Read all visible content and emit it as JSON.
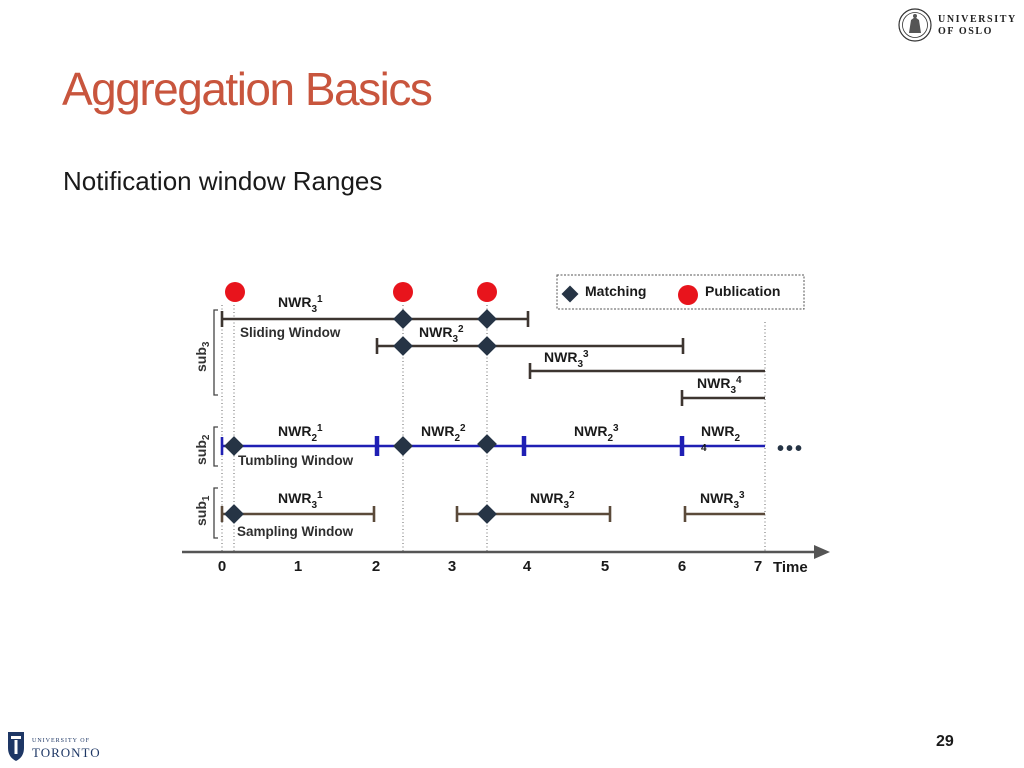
{
  "slide": {
    "title": "Aggregation Basics",
    "subtitle": "Notification window Ranges",
    "page_number": "29"
  },
  "logos": {
    "uio_line1": "UNIVERSITY",
    "uio_line2": "OF OSLO",
    "uot_line1": "UNIVERSITY OF",
    "uot_line2": "TORONTO"
  },
  "diagram": {
    "legend": {
      "matching": "Matching",
      "publication": "Publication"
    },
    "rows": {
      "sub3": {
        "label_main": "sub",
        "label_index": "3",
        "window_label": "Sliding Window",
        "ranges": [
          {
            "base": "NWR",
            "sub": "3",
            "sup": "1"
          },
          {
            "base": "NWR",
            "sub": "3",
            "sup": "2"
          },
          {
            "base": "NWR",
            "sub": "3",
            "sup": "3"
          },
          {
            "base": "NWR",
            "sub": "3",
            "sup": "4"
          }
        ]
      },
      "sub2": {
        "label_main": "sub",
        "label_index": "2",
        "window_label": "Tumbling Window",
        "ranges": [
          {
            "base": "NWR",
            "sub": "2",
            "sup": "1"
          },
          {
            "base": "NWR",
            "sub": "2",
            "sup": "2"
          },
          {
            "base": "NWR",
            "sub": "2",
            "sup": "3"
          },
          {
            "base": "NWR",
            "sub": "2",
            "sup": "4"
          }
        ]
      },
      "sub1": {
        "label_main": "sub",
        "label_index": "1",
        "window_label": "Sampling Window",
        "ranges": [
          {
            "base": "NWR",
            "sub": "3",
            "sup": "1"
          },
          {
            "base": "NWR",
            "sub": "3",
            "sup": "2"
          },
          {
            "base": "NWR",
            "sub": "3",
            "sup": "3"
          }
        ]
      }
    },
    "axis": {
      "label": "Time",
      "ticks": [
        "0",
        "1",
        "2",
        "3",
        "4",
        "5",
        "6",
        "7"
      ]
    },
    "ellipsis": "•••",
    "icons": {
      "matching": "diamond-icon",
      "publication": "red-dot-icon"
    },
    "colors": {
      "sliding": "#3d3530",
      "tumbling": "#1f1fb4",
      "sampling": "#5b4a3a",
      "publication": "#e8141c",
      "matching": "#263445",
      "title": "#c8553d"
    }
  }
}
